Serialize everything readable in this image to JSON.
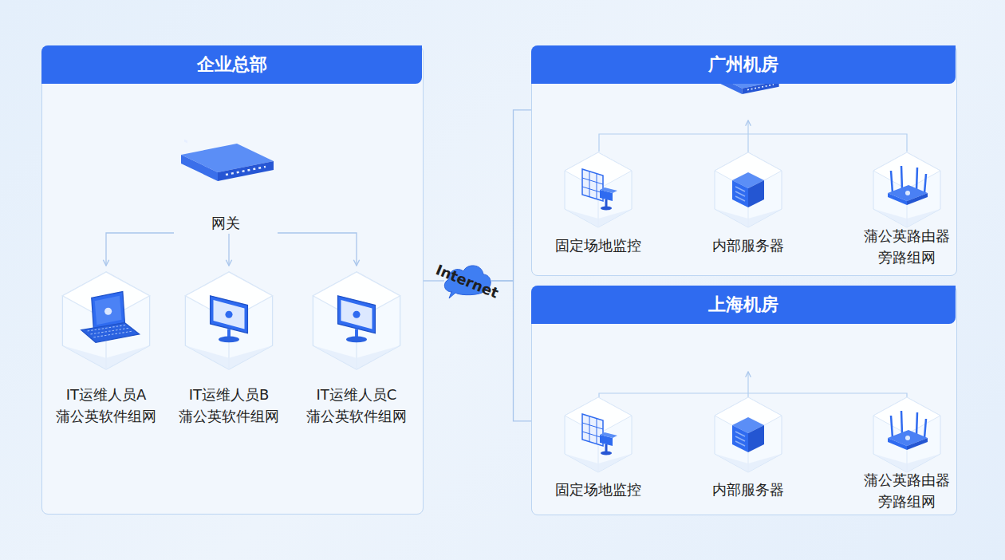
{
  "diagram": {
    "nodes": [
      {
        "text": [
          "企业总部"
        ]
      },
      {
        "text": [
          "网关"
        ],
        "in": 0
      },
      {
        "text": [
          "IT运维人员A",
          "蒲公英软件组网"
        ],
        "in": 0
      },
      {
        "text": [
          "IT运维人员B",
          "蒲公英软件组网"
        ],
        "in": 0
      },
      {
        "text": [
          "IT运维人员C",
          "蒲公英软件组网"
        ],
        "in": 0
      },
      {
        "text": [
          "广州机房"
        ]
      },
      {
        "text": [
          "固定场地监控"
        ],
        "in": 5
      },
      {
        "text": [
          "内部服务器"
        ],
        "in": 5
      },
      {
        "text": [
          "蒲公英路由器",
          "旁路组网"
        ],
        "in": 5
      },
      {
        "text": [
          "上海机房"
        ]
      },
      {
        "text": [
          "固定场地监控"
        ],
        "in": 9
      },
      {
        "text": [
          "内部服务器"
        ],
        "in": 9
      },
      {
        "text": [
          "蒲公英路由器",
          "旁路组网"
        ],
        "in": 9
      },
      {
        "text": [
          "Internet"
        ]
      }
    ],
    "edges": [
      {
        "from": 1,
        "to": 2,
        "arrow": "to"
      },
      {
        "from": 1,
        "to": 3,
        "arrow": "to"
      },
      {
        "from": 1,
        "to": 4,
        "arrow": "to"
      },
      {
        "from": 0,
        "to": 13,
        "arrow": "none"
      },
      {
        "from": 13,
        "to": 5,
        "arrow": "none"
      },
      {
        "from": 13,
        "to": 9,
        "arrow": "none"
      }
    ]
  }
}
